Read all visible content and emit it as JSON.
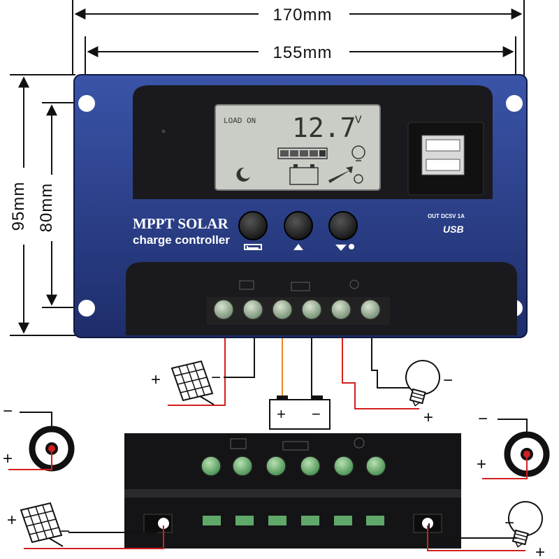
{
  "dimensions": {
    "outer_width": "170mm",
    "inner_width": "155mm",
    "outer_height": "95mm",
    "inner_height": "80mm"
  },
  "display": {
    "load_status": "LOAD ON",
    "voltage": "12.7",
    "unit": "V"
  },
  "brand": {
    "line1": "MPPT SOLAR",
    "line2": "charge controller"
  },
  "usb": {
    "output_spec": "OUT DC5V 1A",
    "label": "USB"
  },
  "buttons": [
    {
      "name": "menu-button",
      "icon": "menu-icon"
    },
    {
      "name": "up-button",
      "icon": "up-arrow-icon"
    },
    {
      "name": "down-load-button",
      "icon": "down-arrow-bulb-icon"
    }
  ],
  "signs": {
    "plus": "+",
    "minus": "−"
  },
  "colors": {
    "body_blue": "#2b3f8c",
    "wire_red": "#d21f1f",
    "wire_orange": "#e58a1f",
    "terminal_green": "#5fa86a",
    "lcd_bg": "#c9cdc6"
  }
}
